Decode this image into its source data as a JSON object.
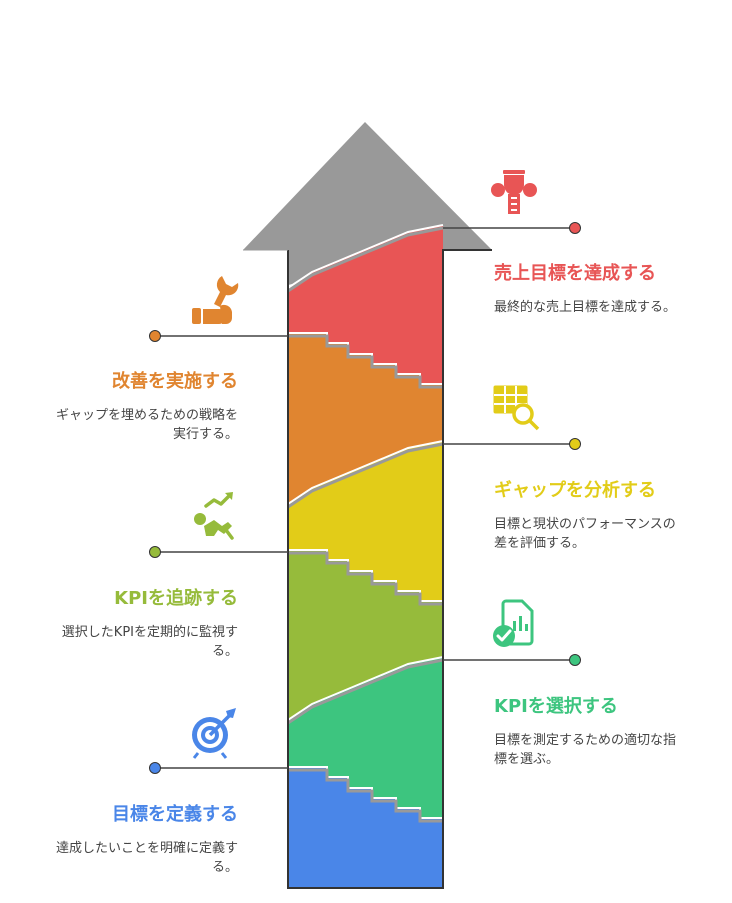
{
  "steps": [
    {
      "id": "define",
      "title": "目標を定義する",
      "desc": "達成したいことを明確に定義する。",
      "color": "#4A86E8",
      "icon": "target-icon",
      "side": "left"
    },
    {
      "id": "select",
      "title": "KPIを選択する",
      "desc": "目標を測定するための適切な指標を選ぶ。",
      "color": "#3DC57F",
      "icon": "checklist-icon",
      "side": "right"
    },
    {
      "id": "track",
      "title": "KPIを追跡する",
      "desc": "選択したKPIを定期的に監視する。",
      "color": "#96BB3B",
      "icon": "trend-runner-icon",
      "side": "left"
    },
    {
      "id": "analyze",
      "title": "ギャップを分析する",
      "desc": "目標と現状のパフォーマンスの差を評価する。",
      "color": "#E2CC18",
      "icon": "table-search-icon",
      "side": "right"
    },
    {
      "id": "improve",
      "title": "改善を実施する",
      "desc": "ギャップを埋めるための戦略を実行する。",
      "color": "#E08530",
      "icon": "wrench-hand-icon",
      "side": "left"
    },
    {
      "id": "achieve",
      "title": "売上目標を達成する",
      "desc": "最終的な売上目標を達成する。",
      "color": "#E85555",
      "icon": "trophy-icon",
      "side": "right"
    }
  ],
  "arrow_head_color": "#999999"
}
